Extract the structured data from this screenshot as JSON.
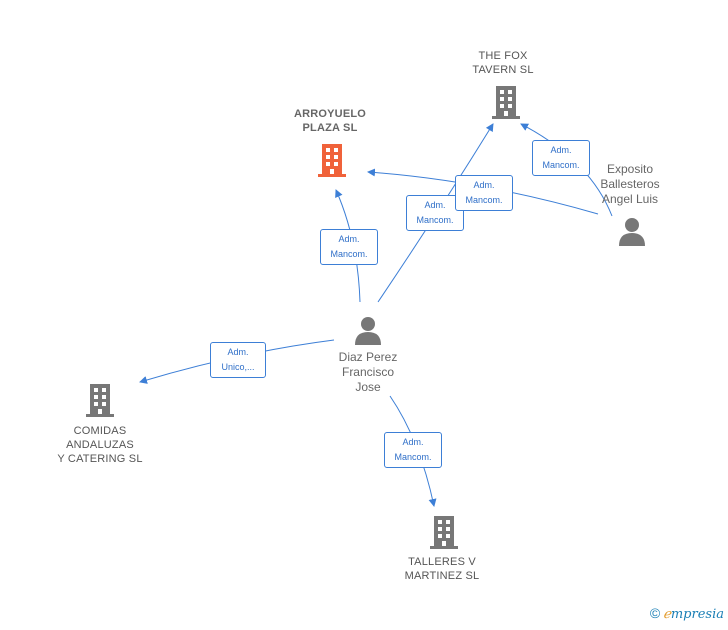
{
  "nodes": {
    "arroyuelo": {
      "line1": "ARROYUELO",
      "line2": "PLAZA SL",
      "color": "#f0623a"
    },
    "fox": {
      "line1": "THE FOX",
      "line2": "TAVERN SL",
      "color": "#777777"
    },
    "comidas": {
      "line1": "COMIDAS",
      "line2": "ANDALUZAS",
      "line3": "Y CATERING SL",
      "color": "#777777"
    },
    "talleres": {
      "line1": "TALLERES V",
      "line2": "MARTINEZ SL",
      "color": "#777777"
    },
    "diaz": {
      "line1": "Diaz Perez",
      "line2": "Francisco",
      "line3": "Jose",
      "color": "#777777"
    },
    "exposito": {
      "line1": "Exposito",
      "line2": "Ballesteros",
      "line3": "Angel Luis",
      "color": "#777777"
    }
  },
  "edges": {
    "diaz_arroyuelo": {
      "line1": "Adm.",
      "line2": "Mancom."
    },
    "diaz_fox": {
      "line1": "Adm.",
      "line2": "Mancom."
    },
    "exposito_arroyuelo": {
      "line1": "Adm.",
      "line2": "Mancom."
    },
    "exposito_fox": {
      "line1": "Adm.",
      "line2": "Mancom."
    },
    "diaz_comidas": {
      "line1": "Adm.",
      "line2": "Unico,..."
    },
    "diaz_talleres": {
      "line1": "Adm.",
      "line2": "Mancom."
    }
  },
  "colors": {
    "edge": "#3d7fd6",
    "accent": "#f0623a"
  },
  "brand": {
    "copyright": "©",
    "e": "ℯ",
    "rest": "mpresia"
  }
}
